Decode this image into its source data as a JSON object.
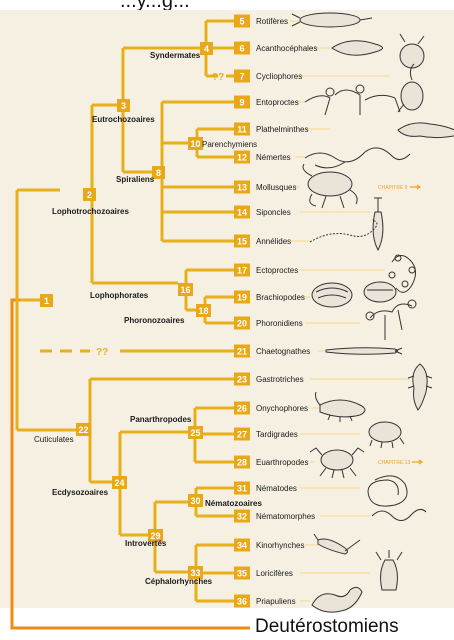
{
  "header": {
    "partial_title": "...y...g..."
  },
  "footer": {
    "label": "Deutérostomiens"
  },
  "nodes": {
    "n1": "1",
    "n2": "2",
    "n3": "3",
    "n4": "4",
    "n8": "8",
    "n10": "10",
    "n16": "16",
    "n18": "18",
    "n22": "22",
    "n24": "24",
    "n25": "25",
    "n29": "29",
    "n30": "30",
    "n33": "33"
  },
  "clades": {
    "syndermates": "Syndermates",
    "eutrochozoaires": "Eutrochozoaires",
    "spiraliens": "Spiraliens",
    "parenchymiens": "Parenchymiens",
    "lophotrochozoaires": "Lophotrochozoaires",
    "lophophorates": "Lophophorates",
    "phoronozoaires": "Phoronozoaires",
    "cuticulates": "Cuticulates",
    "panarthropodes": "Panarthropodes",
    "ecdysozoaires": "Ecdysozoaires",
    "nematozoaires": "Nématozoaires",
    "introvertes": "Introvertés",
    "cephalorhynches": "Céphalorhynches"
  },
  "question_marks": {
    "q7": "??",
    "q21": "??"
  },
  "chapter_refs": {
    "mollusques": "CHAPITRE 9",
    "euarthropodes": "CHAPITRE 13"
  },
  "taxa": [
    {
      "num": "5",
      "name": "Rotifères"
    },
    {
      "num": "6",
      "name": "Acanthocéphales"
    },
    {
      "num": "7",
      "name": "Cycliophores"
    },
    {
      "num": "9",
      "name": "Entoproctes"
    },
    {
      "num": "11",
      "name": "Plathelminthes"
    },
    {
      "num": "12",
      "name": "Némertes"
    },
    {
      "num": "13",
      "name": "Mollusques"
    },
    {
      "num": "14",
      "name": "Siponcles"
    },
    {
      "num": "15",
      "name": "Annélides"
    },
    {
      "num": "17",
      "name": "Ectoproctes"
    },
    {
      "num": "19",
      "name": "Brachiopodes"
    },
    {
      "num": "20",
      "name": "Phoronidiens"
    },
    {
      "num": "21",
      "name": "Chaetognathes"
    },
    {
      "num": "23",
      "name": "Gastrotriches"
    },
    {
      "num": "26",
      "name": "Onychophores"
    },
    {
      "num": "27",
      "name": "Tardigrades"
    },
    {
      "num": "28",
      "name": "Euarthropodes"
    },
    {
      "num": "31",
      "name": "Nématodes"
    },
    {
      "num": "32",
      "name": "Nématomorphes"
    },
    {
      "num": "34",
      "name": "Kinorhynches"
    },
    {
      "num": "35",
      "name": "Loricifères"
    },
    {
      "num": "36",
      "name": "Priapuliens"
    }
  ]
}
